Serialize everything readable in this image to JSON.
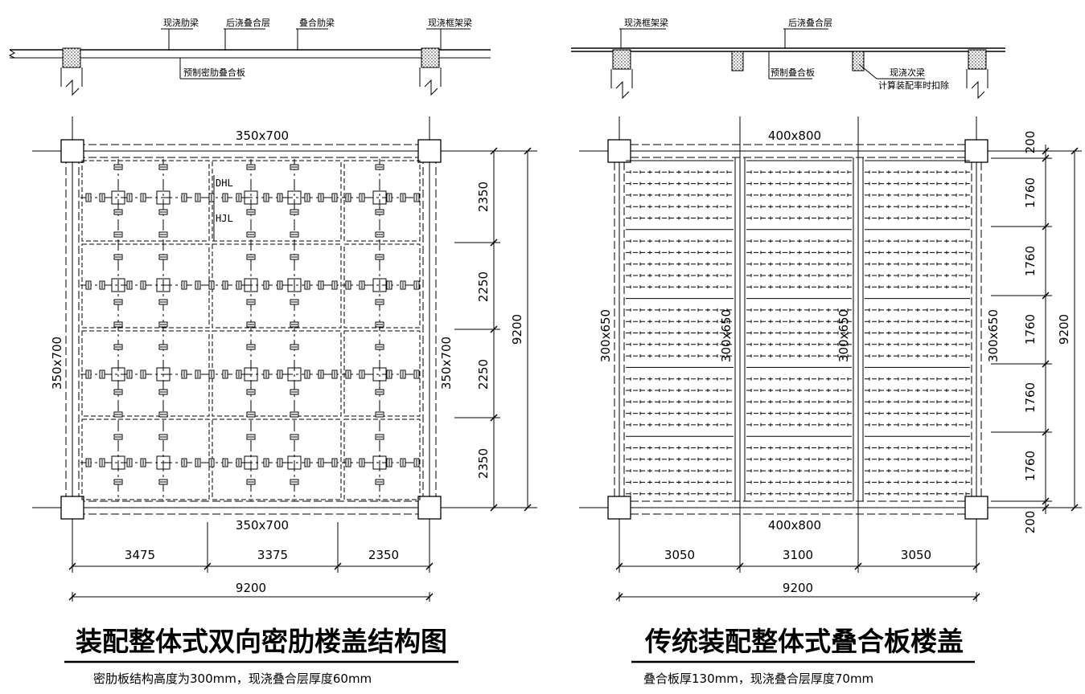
{
  "left": {
    "section_labels": {
      "cast_rib_beam": "现浇肋梁",
      "post_cast_layer": "后浇叠合层",
      "composite_rib_beam": "叠合肋梁",
      "cast_frame_beam": "现浇框架梁",
      "precast_ribbed_slab": "预制密肋叠合板"
    },
    "beam_top": "350x700",
    "beam_bottom": "350x700",
    "beam_left": "350x700",
    "beam_right": "350x700",
    "tag_dhl": "DHL",
    "tag_hjl": "HJL",
    "dims_right": [
      "2350",
      "2250",
      "2250",
      "2350"
    ],
    "dim_total_right": "9200",
    "dims_bottom": [
      "3475",
      "3375",
      "2350"
    ],
    "dim_total_bottom": "9200",
    "title": "装配整体式双向密肋楼盖结构图",
    "subtitle": "密肋板结构高度为300mm，现浇叠合层厚度60mm"
  },
  "right": {
    "section_labels": {
      "cast_frame_beam": "现浇框架梁",
      "post_cast_layer": "后浇叠合层",
      "precast_slab": "预制叠合板",
      "cast_secondary_beam": "现浇次梁",
      "rebar_note": "计算装配率时扣除"
    },
    "beam_top": "400x800",
    "beam_bottom": "400x800",
    "beam_left": "300x650",
    "beam_mid1": "300x650",
    "beam_mid2": "300x650",
    "beam_right": "300x650",
    "dims_right": [
      "200",
      "1760",
      "1760",
      "1760",
      "1760",
      "1760",
      "200"
    ],
    "dim_total_right": "9200",
    "dims_bottom": [
      "3050",
      "3100",
      "3050"
    ],
    "dim_total_bottom": "9200",
    "title": "传统装配整体式叠合板楼盖",
    "subtitle": "叠合板厚130mm，现浇叠合层厚度70mm"
  }
}
